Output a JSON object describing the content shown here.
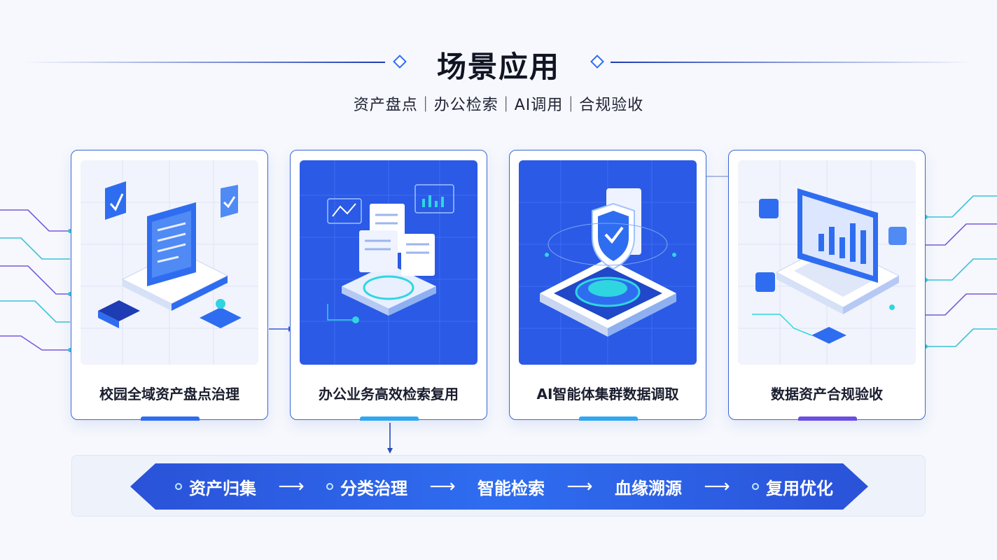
{
  "header": {
    "title": "场景应用",
    "subtitle": "资产盘点｜办公检索｜AI调用｜合规验收"
  },
  "cards": [
    {
      "label": "校园全域资产盘点治理",
      "illustration": "laptop-asset-illustration",
      "accent": "#2f6df0"
    },
    {
      "label": "办公业务高效检索复用",
      "illustration": "document-search-illustration",
      "accent": "#2fa8f0"
    },
    {
      "label": "AI智能体集群数据调取",
      "illustration": "shield-platform-illustration",
      "accent": "#2fa8f0"
    },
    {
      "label": "数据资产合规验收",
      "illustration": "analytics-laptop-illustration",
      "accent": "#6a4ee0"
    }
  ],
  "flow": {
    "steps": [
      "资产归集",
      "分类治理",
      "智能检索",
      "血缘溯源",
      "复用优化"
    ],
    "arrow": "⟶"
  },
  "colors": {
    "primary": "#2f6df0",
    "dark_blue": "#1e3cb4",
    "accent_cyan": "#2fd6e0",
    "accent_purple": "#6a4ee0"
  }
}
